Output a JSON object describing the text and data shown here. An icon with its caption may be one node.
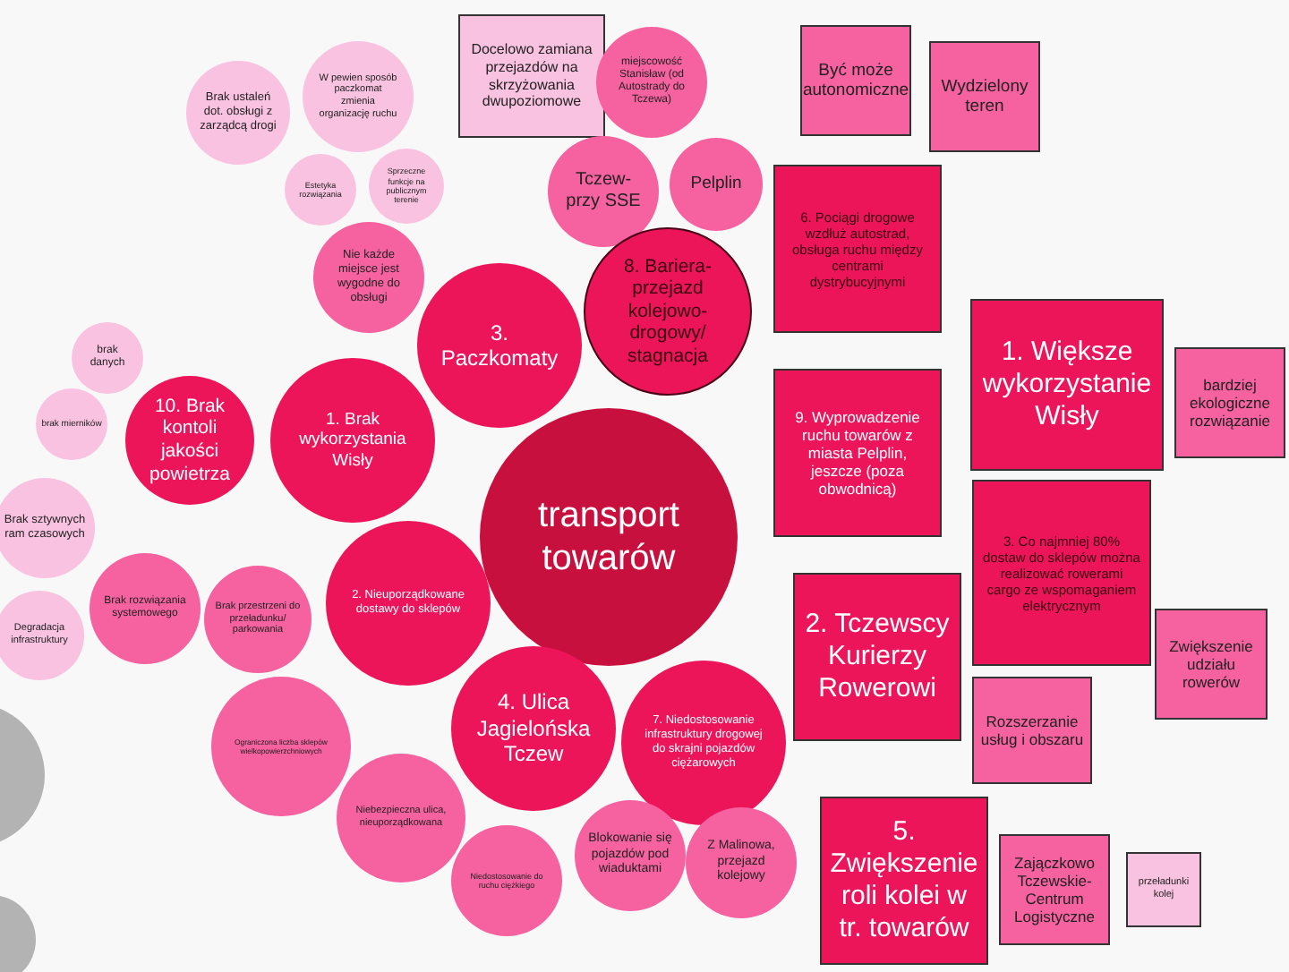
{
  "diagram": {
    "nodes": [
      {
        "text": [
          "Brak ustaleń dot. obsługi z zarządcą drogi"
        ]
      },
      {
        "text": [
          "W pewien sposób paczkomat zmienia organizację ruchu"
        ]
      },
      {
        "text": [
          "Docelowo zamiana przejazdów na skrzyżowania dwupoziomowe"
        ]
      },
      {
        "text": [
          "miejscowość Stanisław (od Autostrady do Tczewa)"
        ]
      },
      {
        "text": [
          "Być może autonomiczne"
        ]
      },
      {
        "text": [
          "Wydzielony teren"
        ]
      },
      {
        "text": [
          "Estetyka rozwiązania"
        ]
      },
      {
        "text": [
          "Sprzeczne funkcje na publicznym terenie"
        ]
      },
      {
        "text": [
          "Tczew- przy SSE"
        ]
      },
      {
        "text": [
          "Pelplin"
        ]
      },
      {
        "text": [
          "6. Pociągi drogowe wzdłuż autostrad, obsługa ruchu między centrami dystrybucyjnymi"
        ]
      },
      {
        "text": [
          "Nie każde miejsce jest wygodne do obsługi"
        ]
      },
      {
        "text": [
          "8. Bariera- przejazd kolejowo- drogowy/ stagnacja"
        ]
      },
      {
        "text": [
          "3. Paczkomaty"
        ]
      },
      {
        "text": [
          "brak danych"
        ]
      },
      {
        "text": [
          "1. Większe wykorzystanie Wisły"
        ]
      },
      {
        "text": [
          "bardziej ekologiczne rozwiązanie"
        ]
      },
      {
        "text": [
          "brak mierników"
        ]
      },
      {
        "text": [
          "10. Brak kontoli jakości powietrza"
        ]
      },
      {
        "text": [
          "1. Brak wykorzystania Wisły"
        ]
      },
      {
        "text": [
          "9. Wyprowadzenie ruchu towarów z miasta Pelplin, jeszcze (poza obwodnicą)"
        ]
      },
      {
        "text": [
          "3. Co najmniej 80% dostaw do sklepów można realizować rowerami cargo ze wspomaganiem elektrycznym"
        ]
      },
      {
        "text": [
          "transport towarów"
        ]
      },
      {
        "text": [
          "Brak sztywnych ram czasowych"
        ]
      },
      {
        "text": [
          "Brak rozwiązania systemowego"
        ]
      },
      {
        "text": [
          "Brak przestrzeni do przeładunku/ parkowania"
        ]
      },
      {
        "text": [
          "2. Nieuporządkowane dostawy do sklepów"
        ]
      },
      {
        "text": [
          "2. Tczewscy Kurierzy Rowerowi"
        ]
      },
      {
        "text": [
          "Degradacja infrastruktury"
        ]
      },
      {
        "text": [
          "Zwiększenie udziału rowerów"
        ]
      },
      {
        "text": [
          "Rozszerzanie usług i obszaru"
        ]
      },
      {
        "text": [
          "4. Ulica Jagielońska Tczew"
        ]
      },
      {
        "text": [
          "7. Niedostosowanie infrastruktury drogowej do skrajni pojazdów ciężarowych"
        ]
      },
      {
        "text": [],
        "shape": "circle"
      },
      {
        "text": [
          "Ograniczona liczba sklepów wielkopowierzchniowych"
        ]
      },
      {
        "text": [
          "Niebezpieczna ulica, nieuporządkowana"
        ]
      },
      {
        "text": [
          "5. Zwiększenie roli kolei w tr. towarów"
        ]
      },
      {
        "text": [
          "Zajączkowo Tczewskie- Centrum Logistyczne"
        ]
      },
      {
        "text": [
          "przeładunki kolej"
        ]
      },
      {
        "text": [
          "Blokowanie się pojazdów pod wiaduktami"
        ]
      },
      {
        "text": [
          "Z Malinowa, przejazd kolejowy"
        ]
      },
      {
        "text": [
          "Niedostosowanie do ruchu ciężkiego"
        ]
      },
      {
        "text": [],
        "shape": "circle"
      }
    ]
  }
}
